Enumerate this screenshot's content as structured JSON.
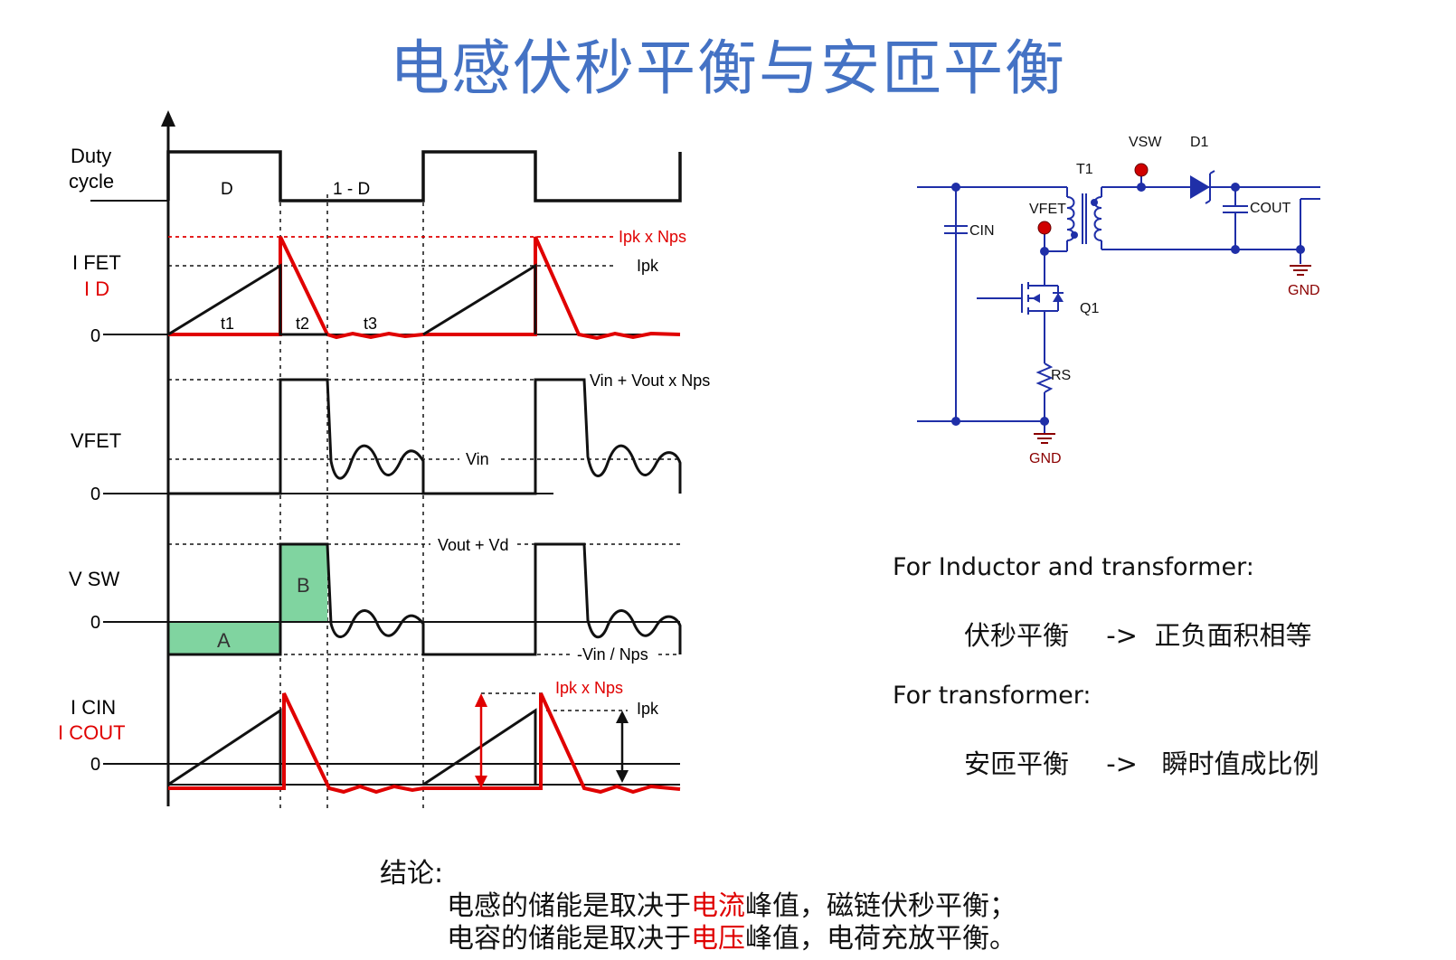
{
  "title": "电感伏秒平衡与安匝平衡",
  "waveform": {
    "duty": {
      "label_1": "Duty",
      "label_2": "cycle",
      "d": "D",
      "one_minus_d": "1 - D"
    },
    "ifet": {
      "label_black": "I FET",
      "label_red": "I D",
      "zero": "0",
      "ipk_nps": "Ipk x Nps",
      "ipk": "Ipk",
      "t1": "t1",
      "t2": "t2",
      "t3": "t3"
    },
    "vfet": {
      "label": "VFET",
      "zero": "0",
      "top": "Vin + Vout x Nps",
      "vin": "Vin"
    },
    "vsw": {
      "label": "V SW",
      "zero": "0",
      "top": "Vout + Vd",
      "bottom": "-Vin / Nps",
      "area_a": "A",
      "area_b": "B"
    },
    "icin": {
      "label_black": "I CIN",
      "label_red": "I COUT",
      "zero": "0",
      "ipk_nps": "Ipk x Nps",
      "ipk": "Ipk"
    }
  },
  "schematic": {
    "vsw": "VSW",
    "d1": "D1",
    "t1": "T1",
    "vfet": "VFET",
    "cin": "CIN",
    "cout": "COUT",
    "gnd_right": "GND",
    "q1": "Q1",
    "rs": "RS",
    "gnd_bottom": "GND"
  },
  "rules": {
    "inductor_heading": "For Inductor and transformer:",
    "rule1_left": "伏秒平衡",
    "rule1_arrow": "->",
    "rule1_right": "正负面积相等",
    "transformer_heading": "For transformer:",
    "rule2_left": "安匝平衡",
    "rule2_arrow": "->",
    "rule2_right": "瞬时值成比例"
  },
  "conclusion": {
    "heading": "结论:",
    "line1_a": "电感的储能是取决于",
    "line1_red": "电流",
    "line1_b": "峰值，磁链伏秒平衡；",
    "line2_a": "电容的储能是取决于",
    "line2_red": "电压",
    "line2_b": "峰值，电荷充放平衡。"
  },
  "colors": {
    "title": "#4472c4",
    "red": "#e00000",
    "green_fill": "#80d4a0",
    "schematic_blue": "#1f2fa8",
    "probe_red": "#d00000",
    "gnd": "#8b0000"
  }
}
